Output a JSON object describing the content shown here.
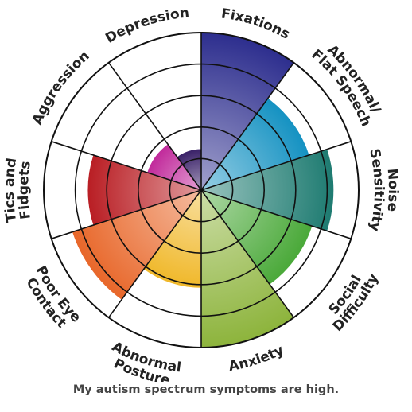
{
  "chart_data": {
    "type": "polar-area",
    "max": 5,
    "rings": 5,
    "caption": "My autism spectrum symptoms are high.",
    "segments": [
      {
        "label": [
          "Fixations"
        ],
        "value": 5,
        "color": "#2d2e8e"
      },
      {
        "label": [
          "Abnormal/",
          "Flat Speech"
        ],
        "value": 3.6,
        "color": "#1592c2"
      },
      {
        "label": [
          "Noise",
          "Sensitivity"
        ],
        "value": 4.2,
        "color": "#1e7b71"
      },
      {
        "label": [
          "Social",
          "Difficulty"
        ],
        "value": 3.7,
        "color": "#4aa939"
      },
      {
        "label": [
          "Anxiety"
        ],
        "value": 5,
        "color": "#8db43c"
      },
      {
        "label": [
          "Abnormal",
          "Posture"
        ],
        "value": 3.1,
        "color": "#f0b82a"
      },
      {
        "label": [
          "Poor Eye",
          "Contact"
        ],
        "value": 4.3,
        "color": "#e8672a"
      },
      {
        "label": [
          "Tics and",
          "Fidgets"
        ],
        "value": 3.6,
        "color": "#b91e24"
      },
      {
        "label": [
          "Aggression"
        ],
        "value": 1.8,
        "color": "#c12a9b"
      },
      {
        "label": [
          "Depression"
        ],
        "value": 1.3,
        "color": "#3a2168"
      }
    ]
  }
}
